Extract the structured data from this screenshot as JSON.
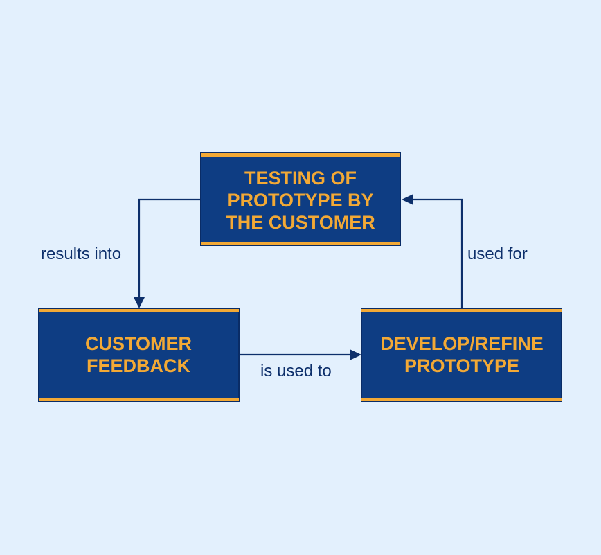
{
  "colors": {
    "background": "#e3f0fd",
    "box_fill": "#0e3d83",
    "box_border": "#0a2c66",
    "box_accent": "#f3a935",
    "box_text": "#f3a935",
    "arrow": "#0d2f6b",
    "label_text": "#0d2f6b"
  },
  "nodes": {
    "testing": {
      "lines": [
        "TESTING OF",
        "PROTOTYPE BY",
        "THE CUSTOMER"
      ]
    },
    "feedback": {
      "lines": [
        "CUSTOMER",
        "FEEDBACK"
      ]
    },
    "develop": {
      "lines": [
        "DEVELOP/REFINE",
        "PROTOTYPE"
      ]
    }
  },
  "edges": {
    "results_into": {
      "label": "results into",
      "from": "testing",
      "to": "feedback"
    },
    "is_used_to": {
      "label": "is used to",
      "from": "feedback",
      "to": "develop"
    },
    "used_for": {
      "label": "used for",
      "from": "develop",
      "to": "testing"
    }
  }
}
